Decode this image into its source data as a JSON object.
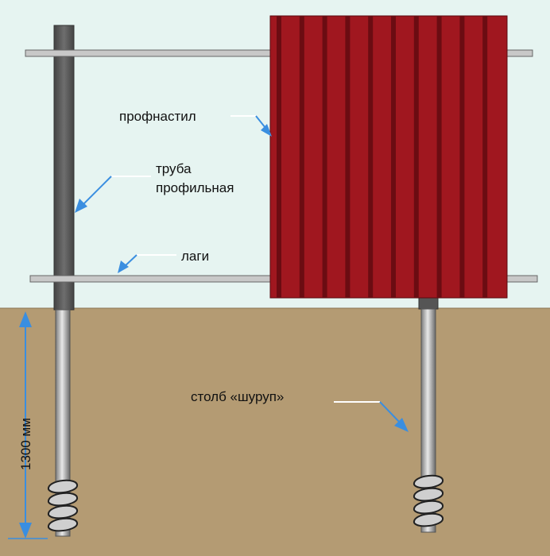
{
  "labels": {
    "profnastil": "профнастил",
    "truba_line1": "труба",
    "truba_line2": "профильная",
    "lagi": "лаги",
    "stolb": "столб «шуруп»",
    "depth": "1300 мм"
  },
  "colors": {
    "sky": "#e6f4f1",
    "ground": "#b49b73",
    "sheet": "#a0171f",
    "sheet_rib": "#6b0c12",
    "post": "#5a5a5a",
    "rail": "#c8c8c8",
    "pointer": "#3a8ee0"
  },
  "diagram": {
    "sheet_ribs": 10,
    "helix_turns": 4
  }
}
